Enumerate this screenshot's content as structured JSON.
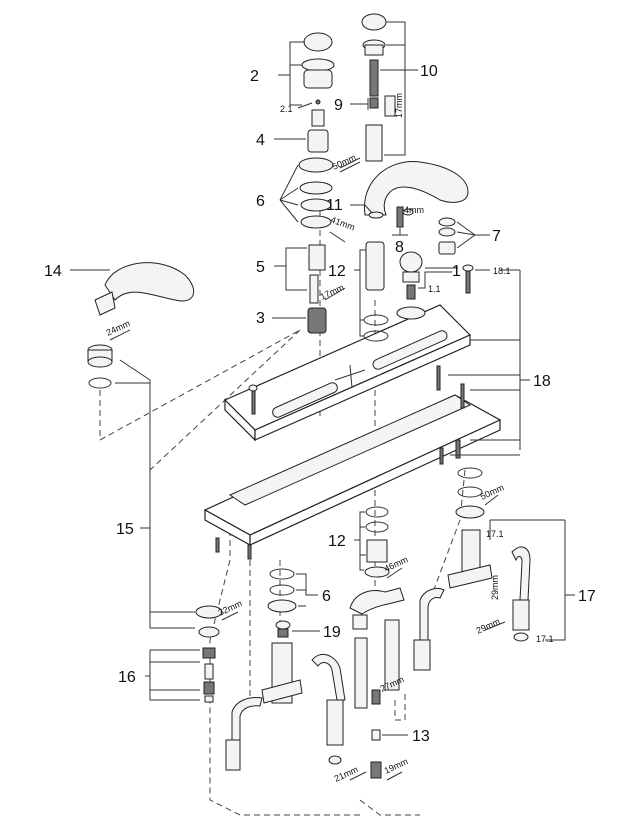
{
  "callouts": {
    "c1": "1",
    "c1_1": "1.1",
    "c2": "2",
    "c2_1": "2.1",
    "c3": "3",
    "c4": "4",
    "c5": "5",
    "c6a": "6",
    "c6b": "6",
    "c7": "7",
    "c8": "8",
    "c9": "9",
    "c10": "10",
    "c11": "11",
    "c12a": "12",
    "c12b": "12",
    "c13": "13",
    "c14": "14",
    "c15": "15",
    "c16": "16",
    "c17": "17",
    "c17_1a": "17.1",
    "c17_1b": "17.1",
    "c18": "18",
    "c18_1": "18.1",
    "c19": "19"
  },
  "dimensions": {
    "d17mm_a": "17mm",
    "d50mm_a": "50mm",
    "d4mm": "4mm",
    "d41mm": "41mm",
    "d17mm_b": "17mm",
    "d24mm": "24mm",
    "d50mm_b": "50mm",
    "d46mm": "46mm",
    "d32mm": "32mm",
    "d29mm_a": "29mm",
    "d29mm_b": "29mm",
    "d27mm": "27mm",
    "d21mm": "21mm",
    "d19mm": "19mm"
  }
}
